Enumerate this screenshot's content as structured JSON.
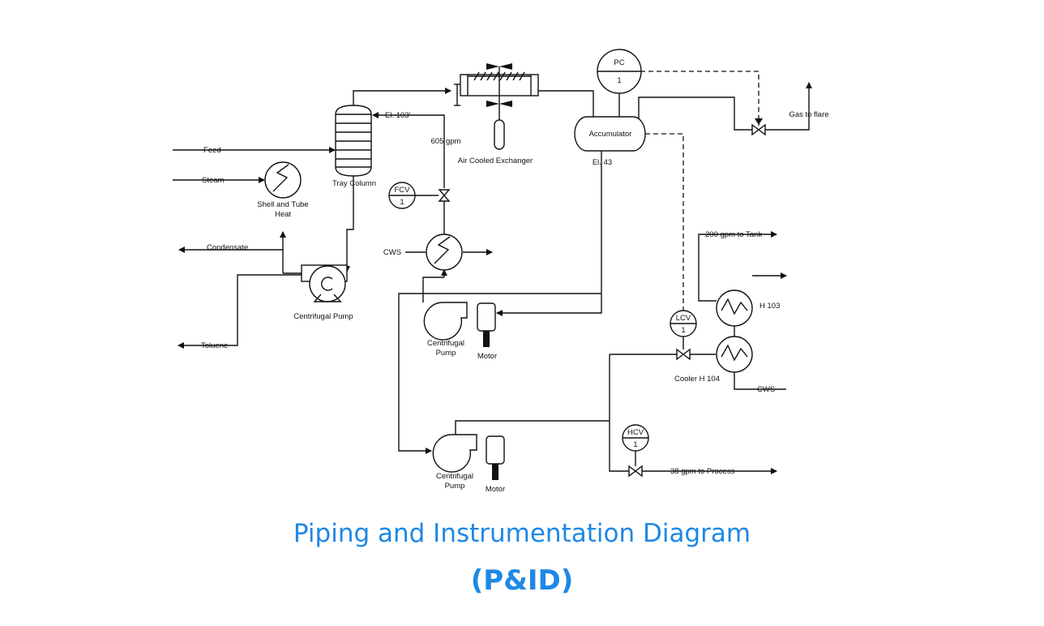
{
  "title": "Piping and Instrumentation Diagram",
  "subtitle": "(P&ID)",
  "colors": {
    "title": "#1e88e5",
    "line": "#111111",
    "background": "#ffffff"
  },
  "labels": {
    "feed": "Feed",
    "steam": "Steam",
    "condensate": "Condensate",
    "toluene": "Toluene",
    "shell_tube_line1": "Shell and Tube",
    "shell_tube_line2": "Heat",
    "tray_column": "Tray Column",
    "el_103": "El. 103'",
    "flow_605": "605 gpm",
    "air_cooled": "Air Cooled Exchanger",
    "accumulator": "Accumulator",
    "el_43": "El. 43",
    "gas_to_flare": "Gas to flare",
    "cws_left": "CWS",
    "centrifugal_pump": "Centrifugal Pump",
    "centrifugal": "Centrifugal",
    "pump": "Pump",
    "motor": "Motor",
    "to_tank": "200 gpm to Tank",
    "h103": "H 103",
    "cooler_h104": "Cooler H 104",
    "cws_right": "CWS",
    "to_process": "38 gpm to Process"
  },
  "instruments": {
    "pc": {
      "tag": "PC",
      "num": "1"
    },
    "fcv": {
      "tag": "FCV",
      "num": "1"
    },
    "lcv": {
      "tag": "LCV",
      "num": "1"
    },
    "hcv": {
      "tag": "HCV",
      "num": "1"
    }
  }
}
